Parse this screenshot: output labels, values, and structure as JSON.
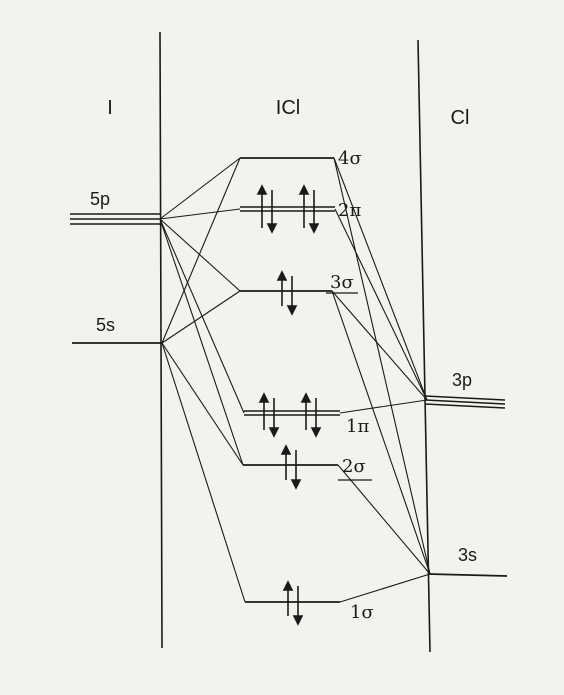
{
  "diagram": {
    "columns": {
      "left": "I",
      "center": "ICl",
      "right": "Cl"
    },
    "atomic_levels": {
      "I_5p": "5p",
      "I_5s": "5s",
      "Cl_3p": "3p",
      "Cl_3s": "3s"
    },
    "molecular_orbitals": {
      "mo_4sigma": "4σ",
      "mo_2pi": "2π",
      "mo_3sigma": "3σ",
      "mo_1pi": "1π",
      "mo_2sigma": "2σ",
      "mo_1sigma": "1σ"
    },
    "colors": {
      "line": "#1a1a1a",
      "background": "#f3f2ee"
    }
  }
}
